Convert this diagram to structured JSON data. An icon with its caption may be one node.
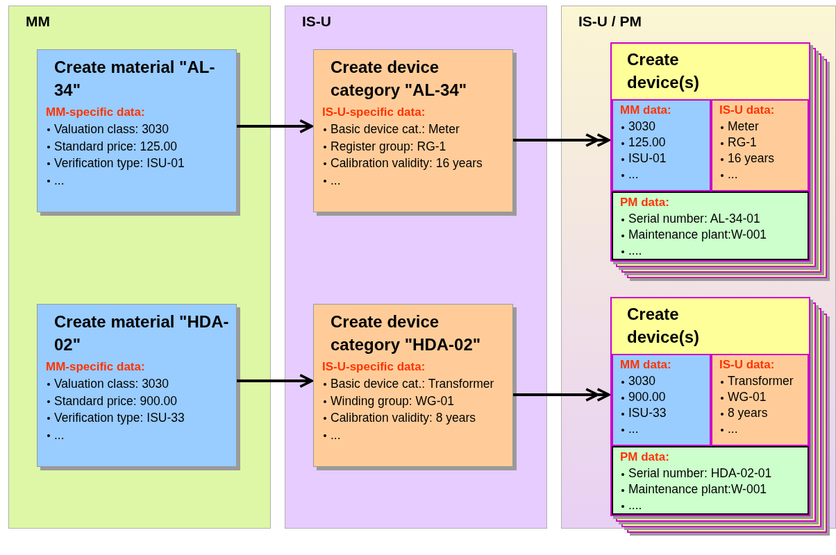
{
  "diagram": {
    "nodes": [
      {
        "text": [
          "MM"
        ]
      },
      {
        "text": [
          "Create material \"AL-34\"",
          "MM-specific data:",
          "Valuation class: 3030",
          "Standard price: 125.00",
          "Verification type: ISU-01",
          "..."
        ],
        "in": 0
      },
      {
        "text": [
          "Create material \"HDA-02\"",
          "MM-specific data:",
          "Valuation class: 3030",
          "Standard price: 900.00",
          "Verification type: ISU-33",
          "..."
        ],
        "in": 0
      },
      {
        "text": [
          "IS-U"
        ]
      },
      {
        "text": [
          "Create device category \"AL-34\"",
          "IS-U-specific data:",
          "Basic device cat.: Meter",
          "Register group: RG-1",
          "Calibration validity: 16 years",
          "..."
        ],
        "in": 3
      },
      {
        "text": [
          "Create device category \"HDA-02\"",
          "IS-U-specific data:",
          "Basic device cat.: Transformer",
          "Winding group: WG-01",
          "Calibration validity: 8 years",
          "..."
        ],
        "in": 3
      },
      {
        "text": [
          "IS-U / PM"
        ]
      },
      {
        "text": [
          "Create device(s)"
        ],
        "in": 6
      },
      {
        "text": [
          "MM data:",
          "3030",
          "125.00",
          "ISU-01",
          "..."
        ],
        "in": 7
      },
      {
        "text": [
          "IS-U data:",
          "Meter",
          "RG-1",
          "16 years",
          "..."
        ],
        "in": 7
      },
      {
        "text": [
          "PM data:",
          "Serial number: AL-34-01",
          "Maintenance plant:W-001",
          "...."
        ],
        "in": 7
      },
      {
        "text": [
          "Create device(s)"
        ],
        "in": 6
      },
      {
        "text": [
          "MM data:",
          "3030",
          "900.00",
          "ISU-33",
          "..."
        ],
        "in": 11
      },
      {
        "text": [
          "IS-U data:",
          "Transformer",
          "WG-01",
          "8 years",
          "..."
        ],
        "in": 11
      },
      {
        "text": [
          "PM data:",
          "Serial number: HDA-02-01",
          "Maintenance plant:W-001",
          "...."
        ],
        "in": 11
      }
    ],
    "edges": [
      {
        "from": 1,
        "to": 4,
        "arrow": "to"
      },
      {
        "from": 4,
        "to": 7,
        "arrow": "to"
      },
      {
        "from": 2,
        "to": 5,
        "arrow": "to"
      },
      {
        "from": 5,
        "to": 11,
        "arrow": "to"
      }
    ]
  }
}
